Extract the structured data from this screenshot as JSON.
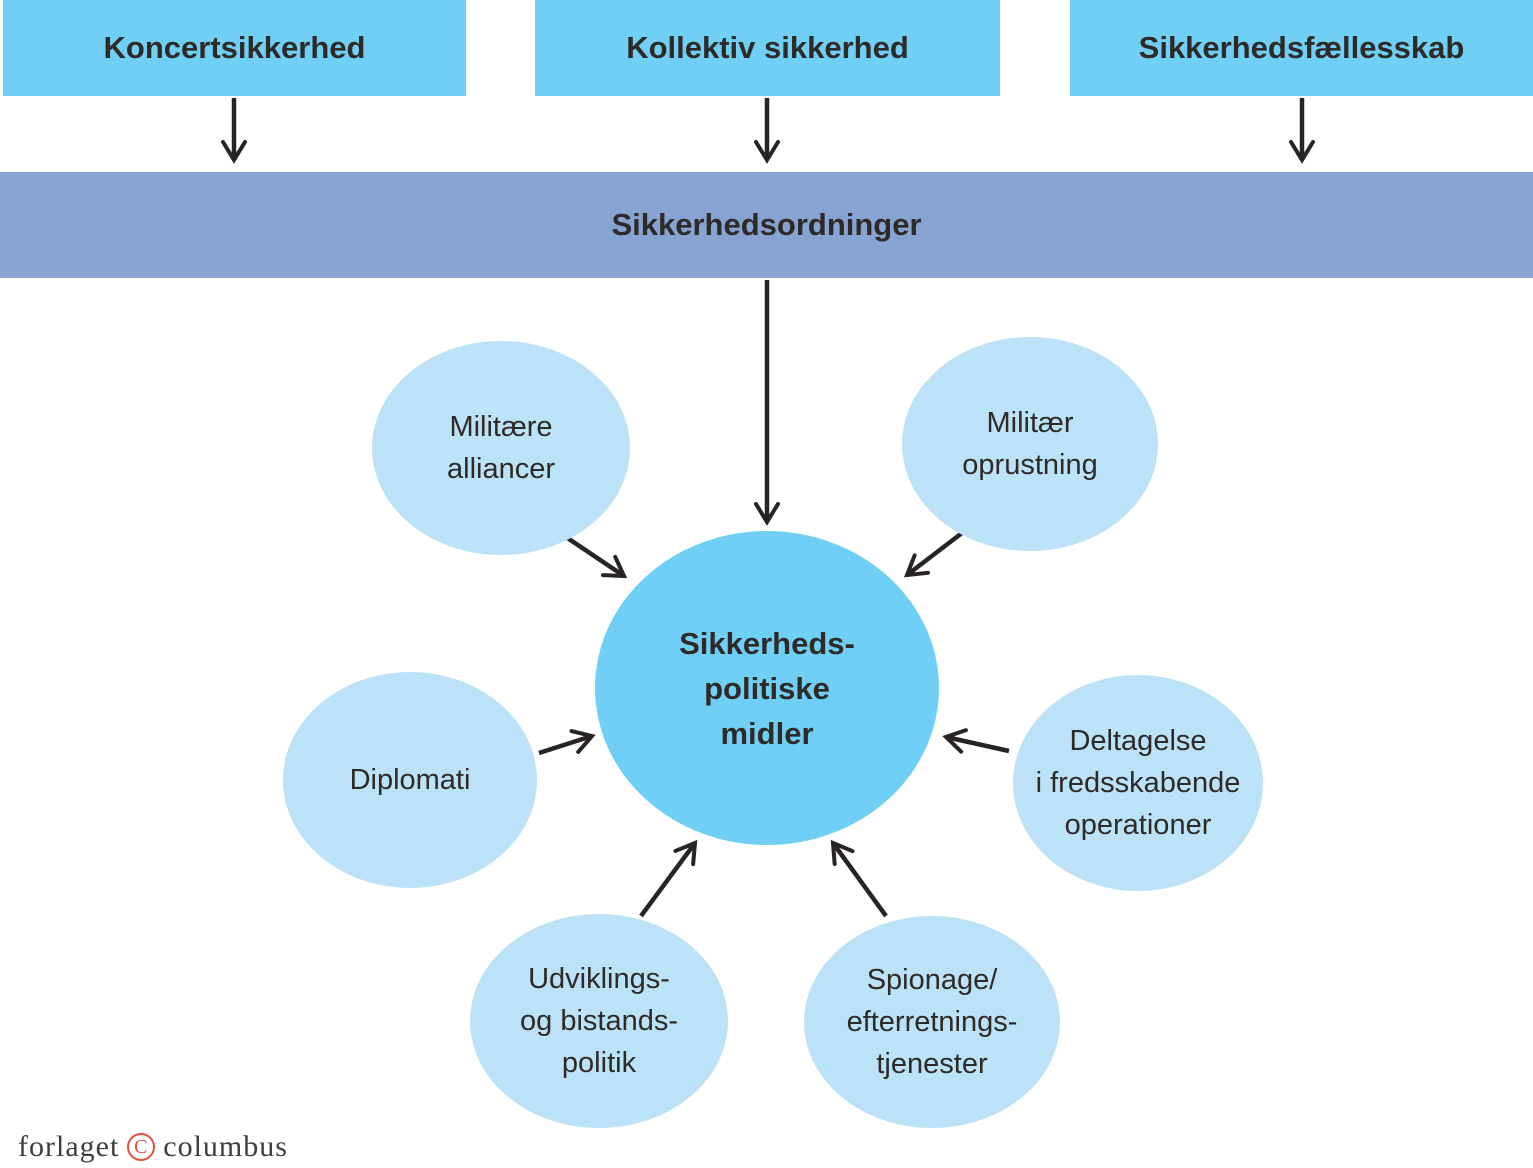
{
  "colors": {
    "node_blue": "#6FCFF4",
    "bar_blue": "#87A3D2",
    "satellite_blue": "#BCE2F7",
    "arrow": "#282425",
    "text": "#2D2A28",
    "logo_red": "#E2523F"
  },
  "top_boxes": [
    {
      "id": "koncertsikkerhed",
      "label": "Koncertsikkerhed"
    },
    {
      "id": "kollektiv-sikkerhed",
      "label": "Kollektiv sikkerhed"
    },
    {
      "id": "sikkerhedsfaellesskab",
      "label": "Sikkerhedsfællesskab"
    }
  ],
  "bar": {
    "label": "Sikkerhedsordninger"
  },
  "center_node": {
    "label": "Sikkerheds-politiske midler",
    "lines": [
      "Sikkerheds-",
      "politiske",
      "midler"
    ]
  },
  "satellites": [
    {
      "id": "militaere-alliancer",
      "label": "Militære alliancer",
      "lines": [
        "Militære",
        "alliancer"
      ]
    },
    {
      "id": "militaer-oprustning",
      "label": "Militær oprustning",
      "lines": [
        "Militær",
        "oprustning"
      ]
    },
    {
      "id": "diplomati",
      "label": "Diplomati",
      "lines": [
        "Diplomati"
      ]
    },
    {
      "id": "deltagelse-i-fredsskabende-operationer",
      "label": "Deltagelse i fredsskabende operationer",
      "lines": [
        "Deltagelse",
        "i fredsskabende",
        "operationer"
      ]
    },
    {
      "id": "udviklings-og-bistandspolitik",
      "label": "Udviklings- og bistands- politik",
      "lines": [
        "Udviklings-",
        "og bistands-",
        "politik"
      ]
    },
    {
      "id": "spionage-efterretningstjenester",
      "label": "Spionage/ efterretnings- tjenester",
      "lines": [
        "Spionage/",
        "efterretnings-",
        "tjenester"
      ]
    }
  ],
  "footer": {
    "text_before": "forlaget",
    "copyright_letter": "C",
    "text_after": "columbus"
  }
}
